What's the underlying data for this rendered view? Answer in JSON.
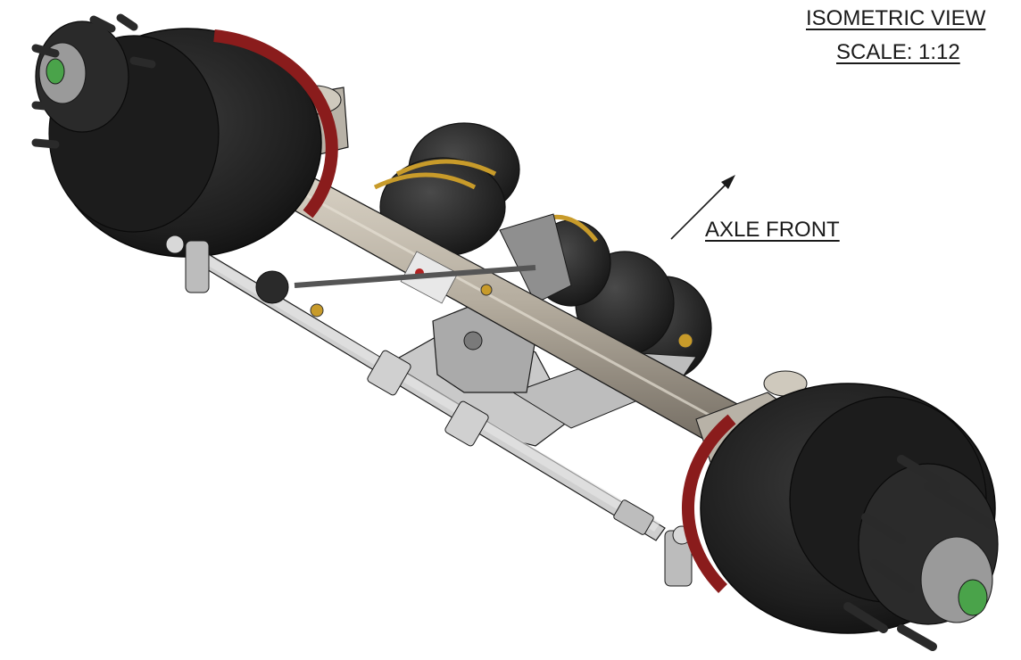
{
  "drawing": {
    "view_title": "ISOMETRIC VIEW",
    "scale_label": "SCALE: 1:12",
    "direction_label": "AXLE FRONT"
  },
  "colors": {
    "drum": "#232323",
    "drum_dark": "#111111",
    "brake_red": "#8a1c1c",
    "beam": "#b5ad9f",
    "beam_shadow": "#837b6f",
    "bracket": "#9a9a9a",
    "brass_clamp": "#c89b2a",
    "hub_green": "#4aa34a",
    "line": "#1a1a1a"
  }
}
